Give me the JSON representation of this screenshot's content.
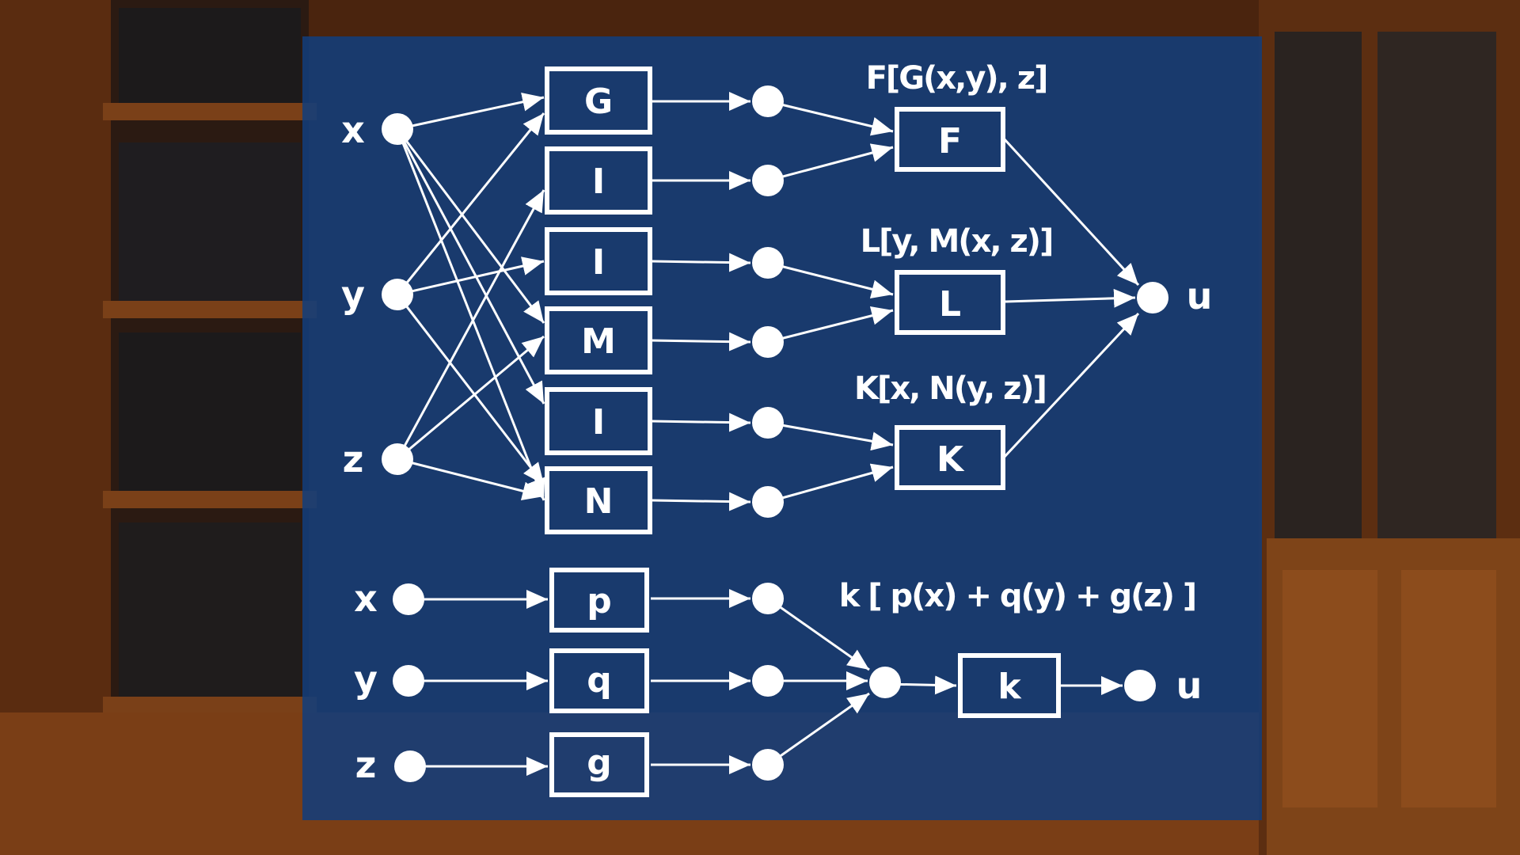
{
  "colors": {
    "panel": "#123e7d",
    "line": "#ffffff",
    "wood": "#6b3514",
    "book": "#1c1a1b"
  },
  "top_network": {
    "inputs": [
      "x",
      "y",
      "z"
    ],
    "layer1_boxes": [
      "G",
      "I",
      "I",
      "M",
      "I",
      "N"
    ],
    "layer2_boxes": [
      "F",
      "L",
      "K"
    ],
    "output": "u",
    "expressions": [
      "F[G(x,y), z]",
      "L[y, M(x, z)]",
      "K[x, N(y, z)]"
    ]
  },
  "bottom_network": {
    "inputs": [
      "x",
      "y",
      "z"
    ],
    "layer1_boxes": [
      "p",
      "q",
      "g"
    ],
    "outer_box": "k",
    "output": "u",
    "expression": "k [ p(x) + q(y) + g(z) ]"
  }
}
